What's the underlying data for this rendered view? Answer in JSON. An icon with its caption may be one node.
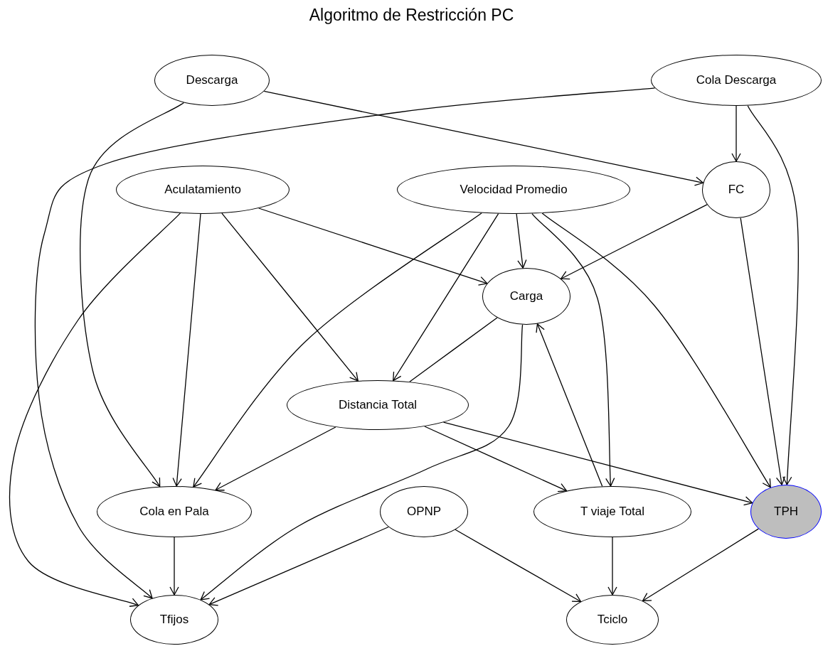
{
  "diagram": {
    "title": "Algoritmo de Restricción PC",
    "nodes": [
      {
        "text": [
          "Descarga"
        ]
      },
      {
        "text": [
          "Cola Descarga"
        ]
      },
      {
        "text": [
          "Aculatamiento"
        ]
      },
      {
        "text": [
          "Velocidad Promedio"
        ]
      },
      {
        "text": [
          "FC"
        ]
      },
      {
        "text": [
          "Carga"
        ]
      },
      {
        "text": [
          "Distancia Total"
        ]
      },
      {
        "text": [
          "Cola en Pala"
        ]
      },
      {
        "text": [
          "OPNP"
        ]
      },
      {
        "text": [
          "T viaje Total"
        ]
      },
      {
        "text": [
          "TPH"
        ]
      },
      {
        "text": [
          "Tfijos"
        ]
      },
      {
        "text": [
          "Tciclo"
        ]
      }
    ],
    "edges": [
      {
        "from": 0,
        "to": 4,
        "arrow": "to"
      },
      {
        "from": 0,
        "to": 7,
        "arrow": "to"
      },
      {
        "from": 1,
        "to": 11,
        "arrow": "to"
      },
      {
        "from": 1,
        "to": 4,
        "arrow": "to"
      },
      {
        "from": 1,
        "to": 10,
        "arrow": "to"
      },
      {
        "from": 2,
        "to": 5,
        "arrow": "to"
      },
      {
        "from": 2,
        "to": 7,
        "arrow": "to"
      },
      {
        "from": 2,
        "to": 6,
        "arrow": "to"
      },
      {
        "from": 2,
        "to": 11,
        "arrow": "to"
      },
      {
        "from": 3,
        "to": 5,
        "arrow": "to"
      },
      {
        "from": 3,
        "to": 7,
        "arrow": "to"
      },
      {
        "from": 3,
        "to": 6,
        "arrow": "to"
      },
      {
        "from": 3,
        "to": 9,
        "arrow": "to"
      },
      {
        "from": 3,
        "to": 10,
        "arrow": "to"
      },
      {
        "from": 4,
        "to": 5,
        "arrow": "to"
      },
      {
        "from": 4,
        "to": 10,
        "arrow": "to"
      },
      {
        "from": 5,
        "to": 6,
        "arrow": "none"
      },
      {
        "from": 5,
        "to": 11,
        "arrow": "to"
      },
      {
        "from": 9,
        "to": 5,
        "arrow": "to"
      },
      {
        "from": 6,
        "to": 7,
        "arrow": "to"
      },
      {
        "from": 6,
        "to": 9,
        "arrow": "to"
      },
      {
        "from": 6,
        "to": 10,
        "arrow": "to"
      },
      {
        "from": 7,
        "to": 11,
        "arrow": "to"
      },
      {
        "from": 8,
        "to": 11,
        "arrow": "to"
      },
      {
        "from": 8,
        "to": 12,
        "arrow": "to"
      },
      {
        "from": 9,
        "to": 12,
        "arrow": "to"
      },
      {
        "from": 10,
        "to": 12,
        "arrow": "to"
      }
    ]
  }
}
